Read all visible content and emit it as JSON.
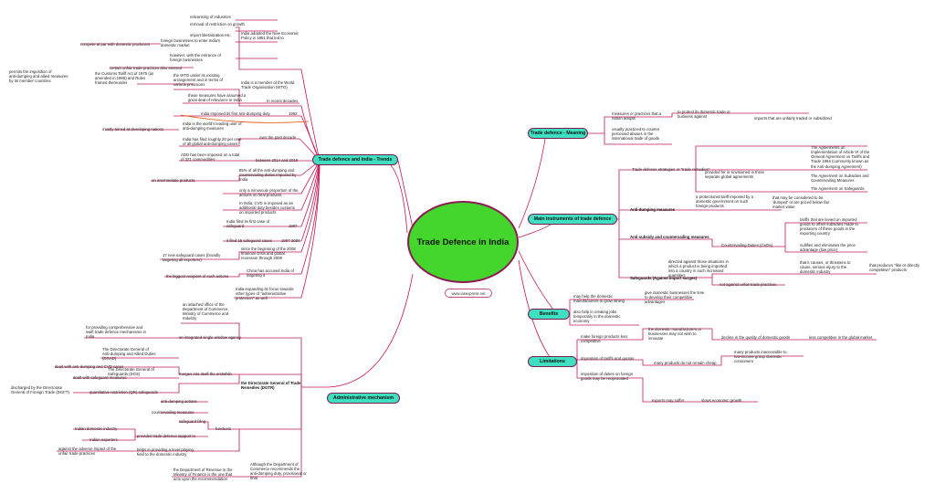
{
  "center": {
    "title": "Trade Defence in India",
    "site": "www.iasexpress.net"
  },
  "branches": {
    "trends": "Trade defence and India - Trends",
    "admin": "Administrative mechanism",
    "meaning": "Trade defence - Meaning",
    "instruments": "Main instruments of trade defence",
    "benefits": "Benefits",
    "limitations": "Limitations"
  },
  "left_texts": [
    {
      "id": "t1",
      "text": "relicensing of industries"
    },
    {
      "id": "t2",
      "text": "removal of restriction on growth"
    },
    {
      "id": "t3",
      "text": "import liberalization etc."
    },
    {
      "id": "t4",
      "text": "foreign businesses to enter India's\ndomestic market"
    },
    {
      "id": "t5",
      "text": "compete at par with domestic producers"
    },
    {
      "id": "t6",
      "text": "however, with the entrance of\nforeign businesses"
    },
    {
      "id": "t7",
      "text": "certain unfair trade practices also entered"
    },
    {
      "id": "t8",
      "text": "India adopted the New Economic\nPolicy in 1991 that led to"
    },
    {
      "id": "t9",
      "text": "the Customs Tariff Act of 1975 (as\namended in 1995) and Rules\nframed thereunder"
    },
    {
      "id": "t10",
      "text": "permits the imposition of\nanti-dumping and allied measures\nby its member countries"
    },
    {
      "id": "t11",
      "text": "the WTO under its existing\narrangement and in terms of\nvarious provisions"
    },
    {
      "id": "t12",
      "text": "India is a member of the World\nTrade Organisation (WTO)"
    },
    {
      "id": "t13",
      "text": "these measures have assumed a\ngreat deal of relevance in India"
    },
    {
      "id": "t14",
      "text": "In recent decades"
    },
    {
      "id": "t15",
      "text": "India imposed its first anti-dumping duty"
    },
    {
      "id": "t16",
      "text": "1992"
    },
    {
      "id": "t17",
      "text": "India is the world's leading user of\nanti-dumping measures"
    },
    {
      "id": "t18",
      "text": "mostly aimed at developing nations"
    },
    {
      "id": "t19",
      "text": "India has filed roughly 20 per cent\nof all global anti-dumping cases"
    },
    {
      "id": "t20",
      "text": "over the past decade"
    },
    {
      "id": "t21",
      "text": "ADD has been imposed on a total\nof 321 commodities"
    },
    {
      "id": "t22",
      "text": "between 2014 and 2018"
    },
    {
      "id": "t23",
      "text": "85% of all the anti-dumping and\ncountervailing duties imposed by\nIndia"
    },
    {
      "id": "t24",
      "text": "on intermediate products,"
    },
    {
      "id": "t25",
      "text": "only a minuscule proportion of the\nactions on final products."
    },
    {
      "id": "t26",
      "text": "In India, CVD is imposed as an\nadditional duty besides customs\non imported products"
    },
    {
      "id": "t27",
      "text": "India filed its first case of\nsafeguard"
    },
    {
      "id": "t28",
      "text": "1997"
    },
    {
      "id": "t29",
      "text": "it filed 15 safeguard cases"
    },
    {
      "id": "t30",
      "text": "1997-2004"
    },
    {
      "id": "t31",
      "text": "since the beginning of the 2008\nfinancial crisis and global\nrecession through 2009"
    },
    {
      "id": "t32",
      "text": "17 new safeguard cases (broadly\ntargeting all exporters)"
    },
    {
      "id": "t33",
      "text": "China has accused India of\ntargeting it"
    },
    {
      "id": "t34",
      "text": "the biggest recipient of such actions"
    },
    {
      "id": "t35",
      "text": "India expanding its focus towards\nother types of \"administrative\nprotection\" as well"
    },
    {
      "id": "a1",
      "text": "an attached office of the\nDepartment of Commerce,\nMinistry of Commerce and\nIndustry"
    },
    {
      "id": "a2",
      "text": "for providing comprehensive and\nswift trade defence mechanisms in\nIndia"
    },
    {
      "id": "a3",
      "text": "an integrated single window agency"
    },
    {
      "id": "a4",
      "text": "The Directorate General of\nAnti-dumping and Allied Duties\n(DGAD)"
    },
    {
      "id": "a5",
      "text": "dealt with anti-dumping and CVD cases"
    },
    {
      "id": "a6",
      "text": "The Directorate General of\nSafeguards (DGS)"
    },
    {
      "id": "a7",
      "text": "dealt with safeguard measures"
    },
    {
      "id": "a8",
      "text": "discharged by the Directorate\nGeneral of Foreign Trade (DGFT)"
    },
    {
      "id": "a9",
      "text": "quantitative restriction (QR) safeguards"
    },
    {
      "id": "a10",
      "text": "merges into itself the erstwhile"
    },
    {
      "id": "a11",
      "text": "the Directorate General of Trade\nRemedies (DGTR)",
      "bold": true
    },
    {
      "id": "a12",
      "text": "anti-dumping actions"
    },
    {
      "id": "a13",
      "text": "countervailing measures"
    },
    {
      "id": "a14",
      "text": "safeguard filing"
    },
    {
      "id": "a15",
      "text": "Indian domestic industry"
    },
    {
      "id": "a16",
      "text": "Indian exporters"
    },
    {
      "id": "a17",
      "text": "provides trade defence support to"
    },
    {
      "id": "a18",
      "text": "against the adverse impact of the\nunfair trade practices"
    },
    {
      "id": "a19",
      "text": "helps in providing a level playing\nfield to the domestic industry"
    },
    {
      "id": "a20",
      "text": "functions"
    },
    {
      "id": "a21",
      "text": "the Department of Revenue in the\nMinistry of Finance is the one that\nacts upon the recommendation"
    },
    {
      "id": "a22",
      "text": "Although the Department of\nCommerce recommends the\nanti-dumping duty, provisional or\nfinal"
    }
  ],
  "right_texts": [
    {
      "id": "m1",
      "text": "measures or practices that a\nnation adopts"
    },
    {
      "id": "m2",
      "text": "to protect its domestic trade or\nbusiness against"
    },
    {
      "id": "m3",
      "text": "imports that are unfairly traded or subsidized"
    },
    {
      "id": "m4",
      "text": "usually practiced to counter\nperceived abuses in the\ninternational trade of goods"
    },
    {
      "id": "i1",
      "text": "Trade defence strategies or \"trade remedies\""
    },
    {
      "id": "i2",
      "text": "provided for or envisioned in three\nseparate global agreements"
    },
    {
      "id": "i3",
      "text": "The Agreements on\nImplementation of Article VI of the\nGeneral Agreement on Tariffs and\nTrade 1994 (commonly known as\nthe Anti-dumping Agreement)"
    },
    {
      "id": "i4",
      "text": "The Agreement on Subsidies and\nCountervailing Measures"
    },
    {
      "id": "i5",
      "text": "The Agreement on Safeguards"
    },
    {
      "id": "i6",
      "text": "a protectionist tariff imposed by a\ndomestic government on such\nforeign products"
    },
    {
      "id": "i7",
      "text": "that may be considered to be\n'dumped' or are priced below fair\nmarket value"
    },
    {
      "id": "i8",
      "text": "Anti-dumping measures",
      "bold": true
    },
    {
      "id": "i9",
      "text": "Anti-subsidy and countervailing measures",
      "bold": true
    },
    {
      "id": "i10",
      "text": "Countervailing Duties (CVDs)"
    },
    {
      "id": "i11",
      "text": "tariffs that are levied on imported\ngoods to offset subsidies made to\nproducers of these goods in the\nexporting country"
    },
    {
      "id": "i12",
      "text": "nullifies and eliminates the price\nadvantage (low price)"
    },
    {
      "id": "i13",
      "text": "directed against those situations in\nwhich a product is being imported\ninto a country in such increased\nquantities"
    },
    {
      "id": "i14",
      "text": "that it causes, or threatens to\ncause, serious injury to the\ndomestic industry"
    },
    {
      "id": "i15",
      "text": "that produces \"like or directly\ncompetitive\" products"
    },
    {
      "id": "i16",
      "text": "Safeguards (Against import surges)",
      "bold": true
    },
    {
      "id": "i17",
      "text": "not against unfair trade practices"
    },
    {
      "id": "b1",
      "text": "may help the domestic\nmanufacturers to grow strong"
    },
    {
      "id": "b2",
      "text": "give domestic businesses the time\nto develop their competitive\nadvantages"
    },
    {
      "id": "b3",
      "text": "also help in creating jobs\ntemporarily in the domestic\neconomy"
    },
    {
      "id": "l1",
      "text": "make foreign products less\ncompetitive"
    },
    {
      "id": "l2",
      "text": "the domestic manufacturers or\nbusinesses may not wish to\ninnovate"
    },
    {
      "id": "l3",
      "text": "decline in the quality of domestic goods"
    },
    {
      "id": "l4",
      "text": "less competitive in the global market"
    },
    {
      "id": "l5",
      "text": "imposition of tariffs and quotas"
    },
    {
      "id": "l6",
      "text": "many products do not remain cheap"
    },
    {
      "id": "l7",
      "text": "many products inaccessible to\nlow-income group domestic\nconsumers"
    },
    {
      "id": "l8",
      "text": "imposition of duties on foreign\ngoods may be reciprocated"
    },
    {
      "id": "l9",
      "text": "exports may suffer"
    },
    {
      "id": "l10",
      "text": "slows economic growth"
    }
  ]
}
